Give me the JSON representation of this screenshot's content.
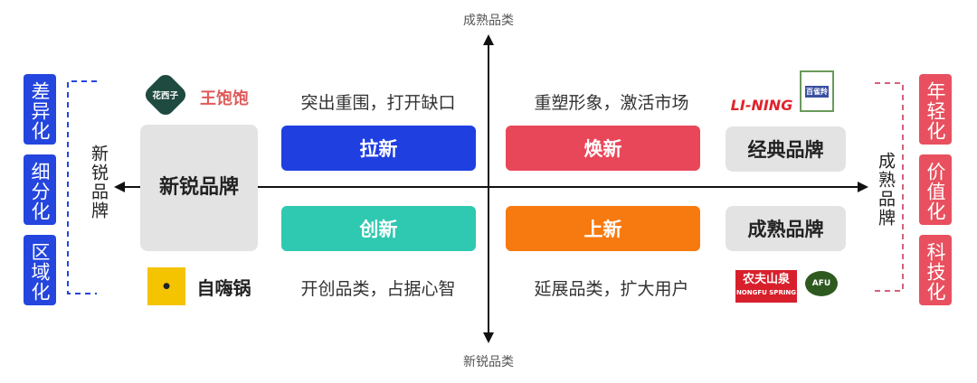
{
  "axes": {
    "top": "成熟品类",
    "bottom": "新锐品类",
    "left": "新锐品牌",
    "right": "成熟品牌"
  },
  "left_tags": [
    "差异化",
    "细分化",
    "区域化"
  ],
  "right_tags": [
    "年轻化",
    "价值化",
    "科技化"
  ],
  "left_box": "新锐品牌",
  "right_boxes": {
    "top": "经典品牌",
    "bottom": "成熟品牌"
  },
  "quadrants": [
    {
      "label": "拉新",
      "caption": "突出重围，打开缺口",
      "color": "#1f3fe0"
    },
    {
      "label": "焕新",
      "caption": "重塑形象，激活市场",
      "color": "#e8475a"
    },
    {
      "label": "创新",
      "caption": "开创品类，占据心智",
      "color": "#2ec9b0"
    },
    {
      "label": "上新",
      "caption": "延展品类，扩大用户",
      "color": "#f77a10"
    }
  ],
  "logos": {
    "huaxizi": "花西子",
    "wangbaobao": "王饱饱",
    "zihaiguo": "自嗨锅",
    "lining": "LI-NING",
    "baiqueling": "百雀羚",
    "nongfu": "农夫山泉",
    "nongfu_en": "NONGFU SPRING",
    "afu": "AFU"
  },
  "colors": {
    "blue": "#2446de",
    "red": "#e8505f"
  }
}
